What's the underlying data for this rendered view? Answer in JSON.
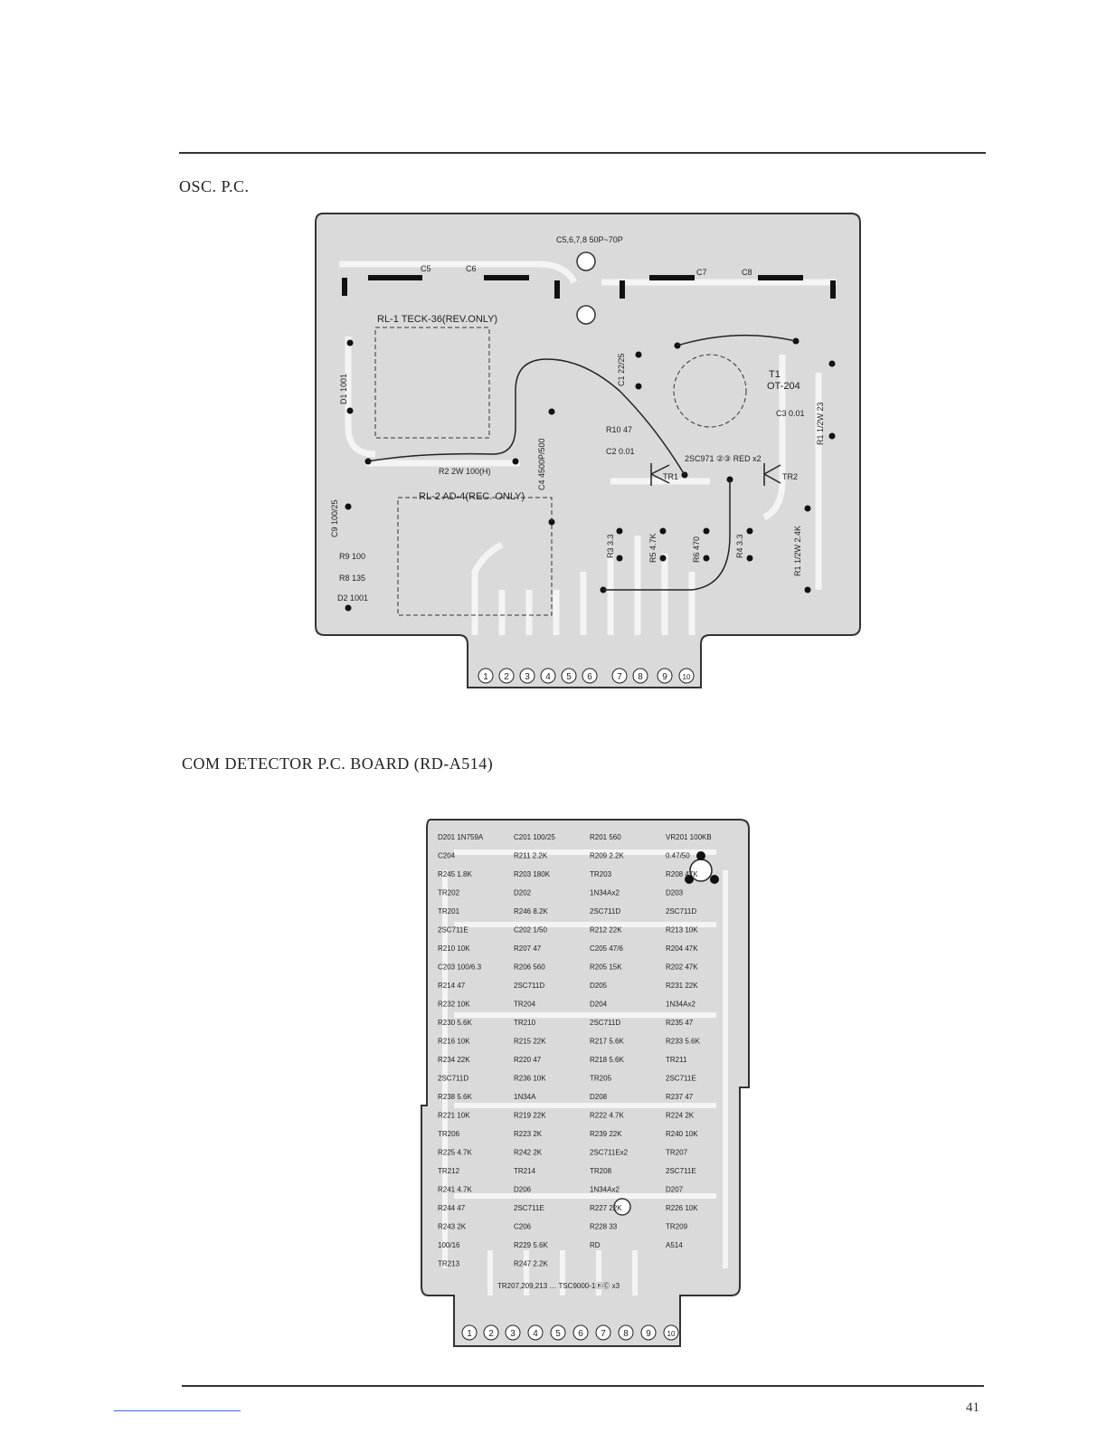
{
  "colors": {
    "ink": "#222222",
    "board": "#dadada",
    "copper": "#f4f4f4",
    "link": "#3a6fd0"
  },
  "osc": {
    "title": "OSC. P.C.",
    "labels": {
      "c5678": "C5,6,7,8  50P~70P",
      "c5": "C5",
      "c6": "C6",
      "c7": "C7",
      "c8": "C8",
      "rl1": "RL-1  TECK-36(REV.ONLY)",
      "rl2": "RL-2  AD-4(REC. ONLY)",
      "d1": "D1 1001",
      "c1": "C1 22/25",
      "t1a": "T1",
      "t1b": "OT-204",
      "r1a": "R1 1/2W 23",
      "c3": "C3 0.01",
      "r10": "R10 47",
      "c2": "C2 0.01",
      "r2": "R2 2W 100(H)",
      "c4": "C4 4500P/500",
      "tr1": "TR1",
      "tr_type": "2SC971 ②③ RED x2",
      "tr2": "TR2",
      "c9": "C9 100/25",
      "r9": "R9 100",
      "r8": "R8 135",
      "d2": "D2 1001",
      "r3": "R3 3.3",
      "r5": "R5 4.7K",
      "r6": "R6 470",
      "r4": "R4 3.3",
      "r1b": "R1 1/2W 2.4K"
    },
    "pins": [
      "1",
      "2",
      "3",
      "4",
      "5",
      "6",
      "7",
      "8",
      "9",
      "10"
    ]
  },
  "com": {
    "title": "COM DETECTOR P.C. BOARD (RD-A514)",
    "labels": [
      "D201 1N759A",
      "C201 100/25",
      "R201 560",
      "VR201 100KB",
      "C204",
      "R211 2.2K",
      "R209 2.2K",
      "0.47/50",
      "R245 1.8K",
      "R203 180K",
      "TR203",
      "R208 47K",
      "TR202",
      "D202",
      "1N34Ax2",
      "D203",
      "TR201",
      "R246 8.2K",
      "2SC711D",
      "2SC711D",
      "2SC711E",
      "C202 1/50",
      "R212 22K",
      "R213 10K",
      "R210 10K",
      "R207 47",
      "C205 47/6",
      "R204 47K",
      "C203 100/6.3",
      "R206 560",
      "R205 15K",
      "R202 47K",
      "R214 47",
      "2SC711D",
      "D205",
      "R231 22K",
      "R232 10K",
      "TR204",
      "D204",
      "1N34Ax2",
      "R230 5.6K",
      "TR210",
      "2SC711D",
      "R235 47",
      "R216 10K",
      "R215 22K",
      "R217 5.6K",
      "R233 5.6K",
      "R234 22K",
      "R220 47",
      "R218 5.6K",
      "TR211",
      "2SC711D",
      "R236 10K",
      "TR205",
      "2SC711E",
      "R238 5.6K",
      "1N34A",
      "D208",
      "R237 47",
      "R221 10K",
      "R219 22K",
      "R222 4.7K",
      "R224 2K",
      "TR206",
      "R223 2K",
      "R239 22K",
      "R240 10K",
      "R225 4.7K",
      "R242 2K",
      "2SC711Ex2",
      "TR207",
      "TR212",
      "TR214",
      "TR208",
      "2SC711E",
      "R241 4.7K",
      "D206",
      "1N34Ax2",
      "D207",
      "R244 47",
      "2SC711E",
      "R227 22K",
      "R226 10K",
      "R243 2K",
      "C206",
      "R228 33",
      "TR209",
      "100/16",
      "R229 5.6K",
      "RD",
      "A514",
      "TR213",
      "R247 2.2K",
      "TR207,209,213 … TSC9000-1ⒷⒸ x3"
    ],
    "pins": [
      "1",
      "2",
      "3",
      "4",
      "5",
      "6",
      "7",
      "8",
      "9",
      "10"
    ]
  },
  "page": {
    "number": "41"
  }
}
